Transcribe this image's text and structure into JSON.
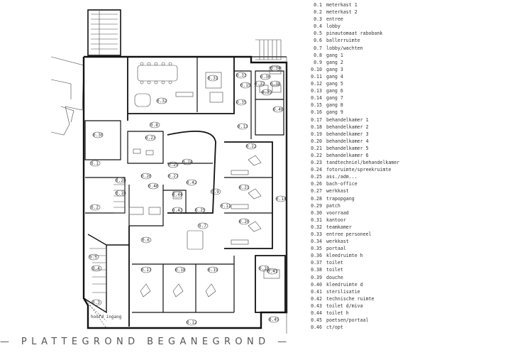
{
  "legend": [
    {
      "code": "0.1",
      "name": "meterkast 1"
    },
    {
      "code": "0.2",
      "name": "meterkast 2"
    },
    {
      "code": "0.3",
      "name": "entree"
    },
    {
      "code": "0.4",
      "name": "lobby"
    },
    {
      "code": "0.5",
      "name": "pinautomaat rabobank"
    },
    {
      "code": "0.6",
      "name": "ballerruimte"
    },
    {
      "code": "0.7",
      "name": "lobby/wachten"
    },
    {
      "code": "0.8",
      "name": "gang 1"
    },
    {
      "code": "0.9",
      "name": "gang 2"
    },
    {
      "code": "0.10",
      "name": "gang 3"
    },
    {
      "code": "0.11",
      "name": "gang 4"
    },
    {
      "code": "0.12",
      "name": "gang 5"
    },
    {
      "code": "0.13",
      "name": "gang 6"
    },
    {
      "code": "0.14",
      "name": "gang 7"
    },
    {
      "code": "0.15",
      "name": "gang 8"
    },
    {
      "code": "0.16",
      "name": "gang 9"
    },
    {
      "code": "0.17",
      "name": "behandelkamer 1"
    },
    {
      "code": "0.18",
      "name": "behandelkamer 2"
    },
    {
      "code": "0.19",
      "name": "behandelkamer 3"
    },
    {
      "code": "0.20",
      "name": "behandelkamer 4"
    },
    {
      "code": "0.21",
      "name": "behandelkamer 5"
    },
    {
      "code": "0.22",
      "name": "behandelkamer 6"
    },
    {
      "code": "0.23",
      "name": "tandtechniel/behandelkamer"
    },
    {
      "code": "0.24",
      "name": "fotoruimte/spreekruimte"
    },
    {
      "code": "0.25",
      "name": "ass./adm..."
    },
    {
      "code": "0.26",
      "name": "bach-office"
    },
    {
      "code": "0.27",
      "name": "werkkast"
    },
    {
      "code": "0.28",
      "name": "trapopgang"
    },
    {
      "code": "0.29",
      "name": "patch"
    },
    {
      "code": "0.30",
      "name": "voorraad"
    },
    {
      "code": "0.31",
      "name": "kantoor"
    },
    {
      "code": "0.32",
      "name": "teamkamer"
    },
    {
      "code": "0.33",
      "name": "entree personeel"
    },
    {
      "code": "0.34",
      "name": "werkkast"
    },
    {
      "code": "0.35",
      "name": "portaal"
    },
    {
      "code": "0.36",
      "name": "kleedruimte h"
    },
    {
      "code": "0.37",
      "name": "toilet"
    },
    {
      "code": "0.38",
      "name": "toilet"
    },
    {
      "code": "0.39",
      "name": "douche"
    },
    {
      "code": "0.40",
      "name": "kleedruimte d"
    },
    {
      "code": "0.41",
      "name": "sterilisatie"
    },
    {
      "code": "0.42",
      "name": "technische ruimte"
    },
    {
      "code": "0.43",
      "name": "toilet d/miva"
    },
    {
      "code": "0.44",
      "name": "toilet h"
    },
    {
      "code": "0.45",
      "name": "poetsen/portaal"
    },
    {
      "code": "0.46",
      "name": "ct/opt"
    }
  ],
  "rooms": [
    {
      "id": "0.1"
    },
    {
      "id": "0.2"
    },
    {
      "id": "0.3"
    },
    {
      "id": "0.4"
    },
    {
      "id": "0.5"
    },
    {
      "id": "0.6"
    },
    {
      "id": "0.7"
    },
    {
      "id": "0.8"
    },
    {
      "id": "0.9"
    },
    {
      "id": "0.10"
    },
    {
      "id": "0.11"
    },
    {
      "id": "0.12"
    },
    {
      "id": "0.13"
    },
    {
      "id": "0.14"
    },
    {
      "id": "0.15"
    },
    {
      "id": "0.16"
    },
    {
      "id": "0.17"
    },
    {
      "id": "0.18"
    },
    {
      "id": "0.19"
    },
    {
      "id": "0.20"
    },
    {
      "id": "0.21"
    },
    {
      "id": "0.22"
    },
    {
      "id": "0.23"
    },
    {
      "id": "0.24"
    },
    {
      "id": "0.25"
    },
    {
      "id": "0.26"
    },
    {
      "id": "0.27"
    },
    {
      "id": "0.28"
    },
    {
      "id": "0.29"
    },
    {
      "id": "0.30"
    },
    {
      "id": "0.31"
    },
    {
      "id": "0.32"
    },
    {
      "id": "0.33"
    },
    {
      "id": "0.34"
    },
    {
      "id": "0.35"
    },
    {
      "id": "0.36"
    },
    {
      "id": "0.37"
    },
    {
      "id": "0.38"
    },
    {
      "id": "0.39"
    },
    {
      "id": "0.40"
    },
    {
      "id": "0.41"
    },
    {
      "id": "0.42"
    },
    {
      "id": "0.43"
    },
    {
      "id": "0.44"
    },
    {
      "id": "0.45"
    },
    {
      "id": "0.46"
    }
  ],
  "title": "— PLATTEGROND BEGANEGROND —",
  "entrance_note": "hoofd ingang"
}
